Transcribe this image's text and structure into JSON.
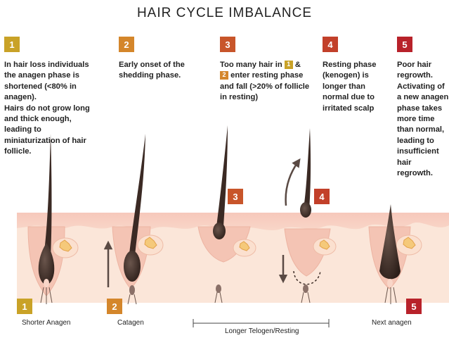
{
  "title": "HAIR CYCLE IMBALANCE",
  "steps": [
    {
      "num": "1",
      "text": "In hair loss individuals the anagen phase is shortened (<80% in anagen).\nHairs do not grow long and thick enough, leading to miniaturization of hair follicle."
    },
    {
      "num": "2",
      "text": "Early onset of the shedding phase."
    },
    {
      "num": "3",
      "text_a": "Too many hair in",
      "ref1": "1",
      "amp": "&",
      "ref2": "2",
      "text_b": "enter resting phase and fall (>20% of follicle in resting)"
    },
    {
      "num": "4",
      "text": "Resting phase (kenogen) is longer than normal due to irritated scalp"
    },
    {
      "num": "5",
      "text": "Poor hair regrowth. Activating of a new anagen phase takes more time than normal, leading to insufficient hair regrowth."
    }
  ],
  "diagram_numbers": [
    "1",
    "2",
    "3",
    "4",
    "5"
  ],
  "phase_labels": {
    "shorter_anagen": "Shorter Anagen",
    "catagen": "Catagen",
    "longer_telogen": "Longer Telogen/Resting",
    "next_anagen": "Next anagen"
  },
  "colors": {
    "step1": "#c9a227",
    "step2": "#d4862b",
    "step3": "#c8552a",
    "step4": "#c2402a",
    "step5": "#b8222a",
    "skin_top": "#f6c8bb",
    "dermis": "#fbe6d9",
    "hair": "#3b2a24",
    "arrow": "#5a4a44"
  }
}
